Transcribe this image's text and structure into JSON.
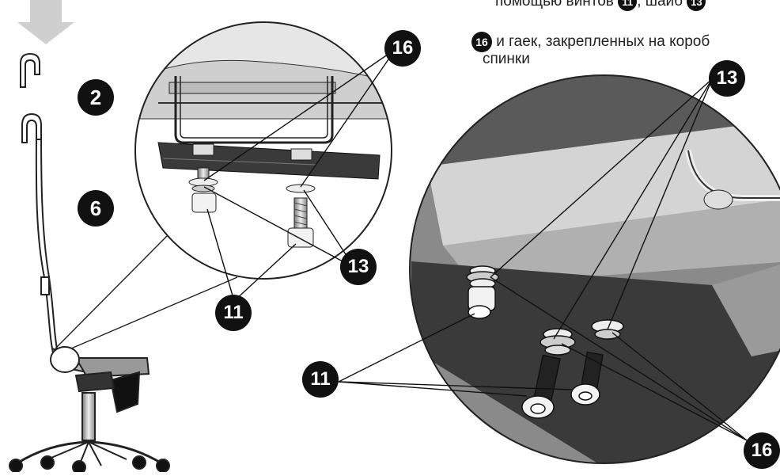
{
  "instructions": {
    "line1_text": "помощью винтов",
    "line1_mid": ", шайб",
    "line2_text": "и гаек, закрепленных на короб",
    "line3_text": "спинки"
  },
  "callouts": {
    "part_2": "2",
    "part_6": "6",
    "part_11": "11",
    "part_13": "13",
    "part_16": "16"
  },
  "colors": {
    "ink": "#111111",
    "gray": "#c8c8c8",
    "dark": "#333333",
    "background": "#ffffff"
  }
}
